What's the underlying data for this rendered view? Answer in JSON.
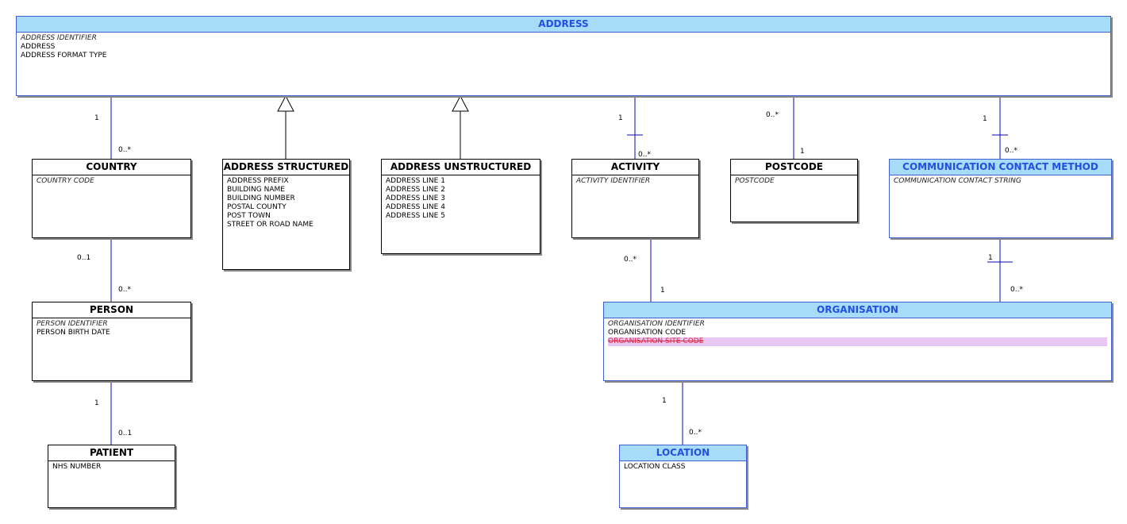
{
  "entities": {
    "address": {
      "name": "ADDRESS",
      "attributes": [
        "ADDRESS IDENTIFIER",
        "ADDRESS",
        "ADDRESS FORMAT TYPE"
      ]
    },
    "country": {
      "name": "COUNTRY",
      "attributes": [
        "COUNTRY CODE"
      ]
    },
    "address_structured": {
      "name": "ADDRESS STRUCTURED",
      "attributes": [
        "ADDRESS PREFIX",
        "BUILDING NAME",
        "BUILDING NUMBER",
        "POSTAL COUNTY",
        "POST TOWN",
        "STREET OR ROAD NAME"
      ]
    },
    "address_unstructured": {
      "name": "ADDRESS UNSTRUCTURED",
      "attributes": [
        "ADDRESS LINE 1",
        "ADDRESS LINE 2",
        "ADDRESS LINE 3",
        "ADDRESS LINE 4",
        "ADDRESS LINE 5"
      ]
    },
    "activity": {
      "name": "ACTIVITY",
      "attributes": [
        "ACTIVITY IDENTIFIER"
      ]
    },
    "postcode": {
      "name": "POSTCODE",
      "attributes": [
        "POSTCODE"
      ]
    },
    "communication_contact_method": {
      "name": "COMMUNICATION CONTACT METHOD",
      "attributes": [
        "COMMUNICATION CONTACT STRING"
      ]
    },
    "person": {
      "name": "PERSON",
      "attributes": [
        "PERSON IDENTIFIER",
        "PERSON BIRTH DATE"
      ]
    },
    "organisation": {
      "name": "ORGANISATION",
      "attributes": [
        "ORGANISATION IDENTIFIER",
        "ORGANISATION CODE",
        "ORGANISATION SITE CODE"
      ]
    },
    "patient": {
      "name": "PATIENT",
      "attributes": [
        "NHS NUMBER"
      ]
    },
    "location": {
      "name": "LOCATION",
      "attributes": [
        "LOCATION CLASS"
      ]
    }
  },
  "multiplicities": {
    "address_country": [
      "1",
      "0..*"
    ],
    "address_activity": [
      "1",
      "0..*"
    ],
    "address_postcode": [
      "0..*",
      "1"
    ],
    "address_ccm": [
      "1",
      "0..*"
    ],
    "country_person": [
      "0..1",
      "0..*"
    ],
    "activity_organisation": [
      "0..*",
      "1"
    ],
    "ccm_organisation": [
      "1",
      "0..*"
    ],
    "person_patient": [
      "1",
      "0..1"
    ],
    "organisation_location": [
      "1",
      "0..*"
    ]
  },
  "colors": {
    "highlight_header_fill": "#a6dcf8",
    "highlight_header_text": "#2250e0",
    "connector_line": "#0a0ab4",
    "deleted_text": "#e0203c",
    "deleted_fill": "#e8c8f2"
  }
}
